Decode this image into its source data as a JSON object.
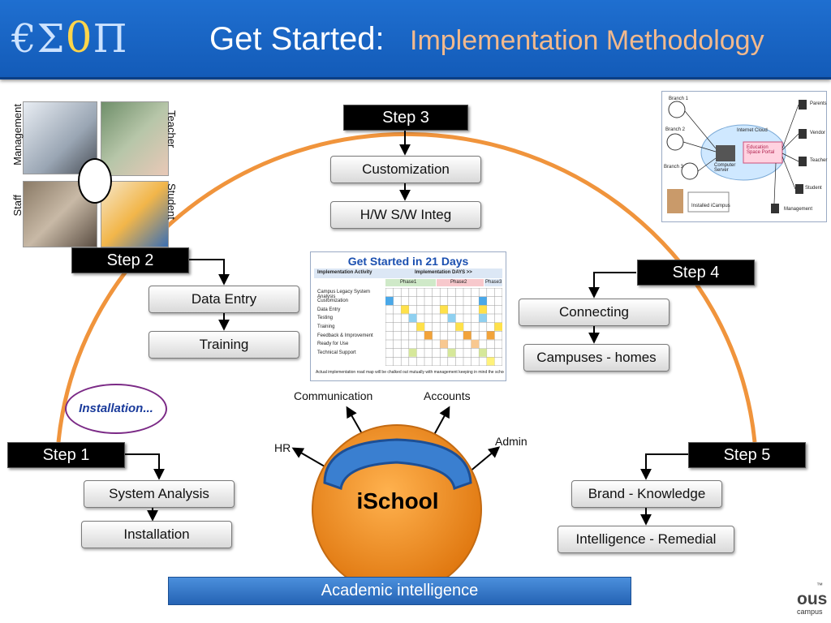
{
  "header": {
    "logo_text": "€Σ",
    "logo_zero": "0",
    "logo_pi": "Π",
    "title_main": "Get Started:",
    "title_sub": "Implementation Methodology"
  },
  "steps": {
    "step1": {
      "label": "Step 1",
      "items": [
        "System Analysis",
        "Installation"
      ]
    },
    "step2": {
      "label": "Step 2",
      "items": [
        "Data Entry",
        "Training"
      ]
    },
    "step3": {
      "label": "Step 3",
      "items": [
        "Customization",
        "H/W S/W Integ"
      ]
    },
    "step4": {
      "label": "Step 4",
      "items": [
        "Connecting",
        "Campuses - homes"
      ]
    },
    "step5": {
      "label": "Step 5",
      "items": [
        "Brand - Knowledge",
        "Intelligence - Remedial"
      ]
    }
  },
  "photo_labels": {
    "management": "Management",
    "teacher": "Teacher",
    "staff": "Staff",
    "student": "Student"
  },
  "installation_badge": "Installation...",
  "hub": {
    "name": "iSchool",
    "spokes": [
      "Communication",
      "Accounts",
      "HR",
      "Admin"
    ]
  },
  "bottom_bar": "Academic intelligence",
  "get_started_table": {
    "title": "Get Started in 21 Days",
    "col_header_1": "Implementation Activity",
    "col_header_2": "Implementation DAYS >>",
    "phases": [
      "Phase1",
      "Phase2",
      "Phase3"
    ],
    "activities": [
      "Campus Legacy System Analysis",
      "Customization",
      "Data Entry",
      "Testing",
      "Training",
      "Feedback & Improvement",
      "Ready for Use",
      "Technical Support"
    ],
    "footnote": "Actual implementation road map will be chalked out mutually with management keeping in mind the school calendar"
  },
  "network": {
    "branches": [
      "Branch 1",
      "Branch 2",
      "Branch 3"
    ],
    "cloud": "Internet Cloud",
    "server": "Computer Server",
    "portal": "Education Space Portal",
    "roles": [
      "Parents",
      "Vendor",
      "Teacher",
      "Student",
      "Management"
    ],
    "installed": "Installed iCampus"
  },
  "brand": {
    "text": "ous",
    "tm": "™",
    "sub": "campus"
  },
  "colors": {
    "header_blue": "#1f6fd0",
    "arc_orange": "#f0943c",
    "hub_orange": "#f08a1c",
    "hub_blue": "#3a7fd0",
    "title_sub": "#f2b98d"
  }
}
